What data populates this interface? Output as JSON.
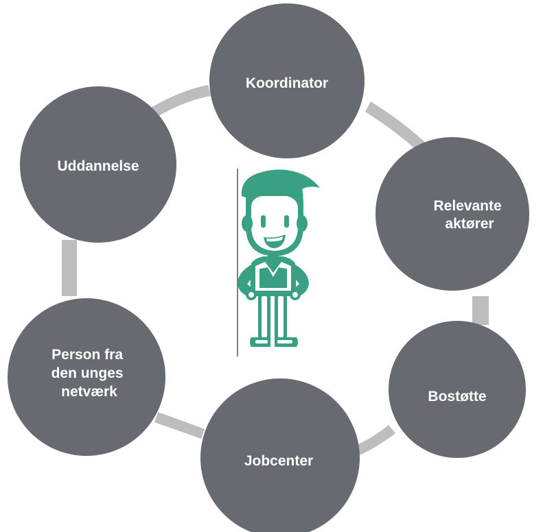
{
  "diagram": {
    "nodes": [
      {
        "id": "koordinator",
        "lines": [
          "Koordinator"
        ]
      },
      {
        "id": "relevante-aktorer",
        "lines": [
          "Relevante",
          "aktører"
        ]
      },
      {
        "id": "bostotte",
        "lines": [
          "Bostøtte"
        ]
      },
      {
        "id": "jobcenter",
        "lines": [
          "Jobcenter"
        ]
      },
      {
        "id": "person-fra-den-unges-netvaerk",
        "lines": [
          "Person fra",
          "den unges",
          "netværk"
        ]
      },
      {
        "id": "uddannelse",
        "lines": [
          "Uddannelse"
        ]
      }
    ],
    "colors": {
      "node_fill": "#676b71",
      "connector": "#bdbdbd",
      "node_text": "#ffffff",
      "figure_primary": "#3aa083"
    },
    "center_figure": {
      "icon": "young-person-icon"
    }
  }
}
